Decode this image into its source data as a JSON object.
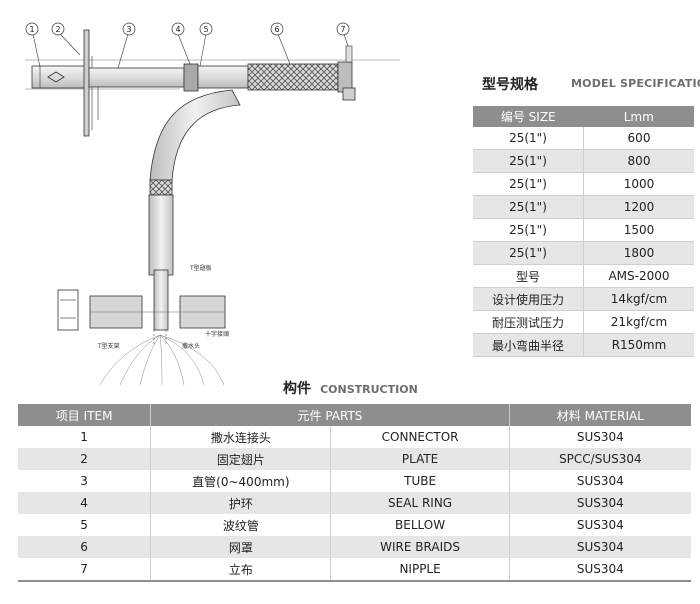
{
  "drawing": {
    "callouts": [
      "1",
      "2",
      "3",
      "4",
      "5",
      "6",
      "7"
    ],
    "labels": {
      "bracket": "T型翅板",
      "head": "撒水头",
      "cross": "十字接頭",
      "holder": "T型支架"
    }
  },
  "spec": {
    "title_zh": "型号规格",
    "title_en": "MODEL SPECIFICATION",
    "header": [
      "编号 SIZE",
      "Lmm"
    ],
    "rows": [
      [
        "25(1\")",
        "600"
      ],
      [
        "25(1\")",
        "800"
      ],
      [
        "25(1\")",
        "1000"
      ],
      [
        "25(1\")",
        "1200"
      ],
      [
        "25(1\")",
        "1500"
      ],
      [
        "25(1\")",
        "1800"
      ],
      [
        "型号",
        "AMS-2000"
      ],
      [
        "设计使用压力",
        "14kgf/cm"
      ],
      [
        "耐压测试压力",
        "21kgf/cm"
      ],
      [
        "最小弯曲半径",
        "R150mm"
      ]
    ]
  },
  "construction": {
    "title_zh": "构件",
    "title_en": "CONSTRUCTION",
    "header": [
      "项目 ITEM",
      "元件 PARTS",
      "材料 MATERIAL"
    ],
    "rows": [
      [
        "1",
        "撒水连接头",
        "CONNECTOR",
        "SUS304"
      ],
      [
        "2",
        "固定翅片",
        "PLATE",
        "SPCC/SUS304"
      ],
      [
        "3",
        "直管(0~400mm)",
        "TUBE",
        "SUS304"
      ],
      [
        "4",
        "护环",
        "SEAL RING",
        "SUS304"
      ],
      [
        "5",
        "波纹管",
        "BELLOW",
        "SUS304"
      ],
      [
        "6",
        "网罩",
        "WIRE BRAIDS",
        "SUS304"
      ],
      [
        "7",
        "立布",
        "NIPPLE",
        "SUS304"
      ]
    ]
  }
}
